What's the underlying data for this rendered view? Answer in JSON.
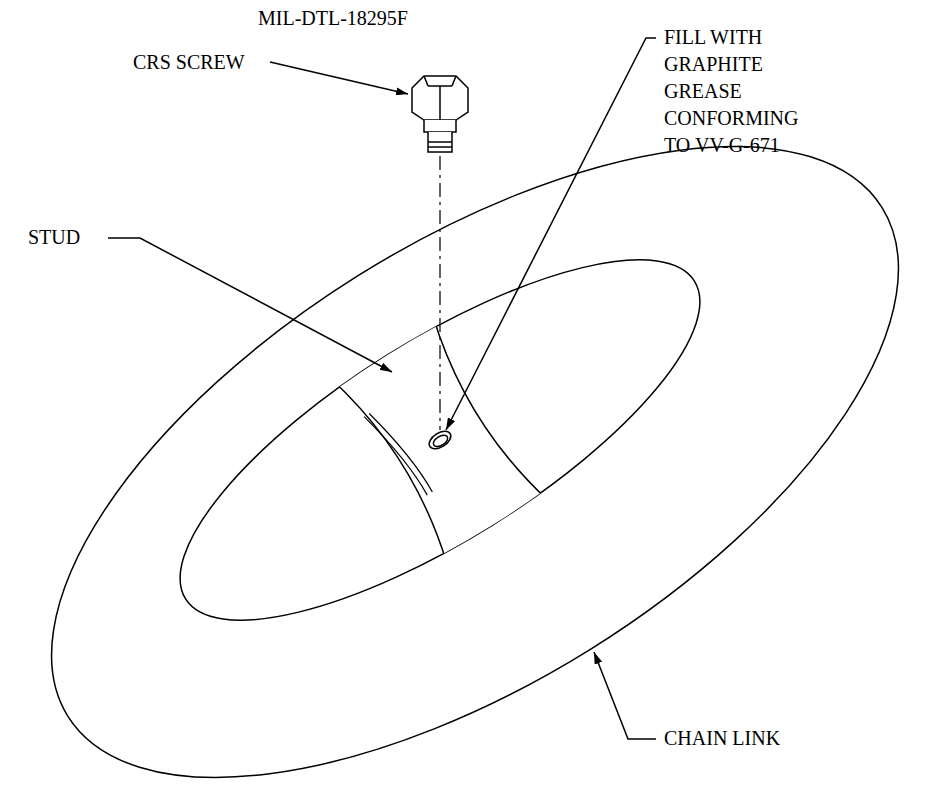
{
  "diagram": {
    "labels": [
      "MIL-DTL-18295F",
      "CRS SCREW",
      "FILL WITH GRAPHITE GREASE CONFORMING TO VV-G-671",
      "STUD",
      "CHAIN LINK"
    ]
  }
}
